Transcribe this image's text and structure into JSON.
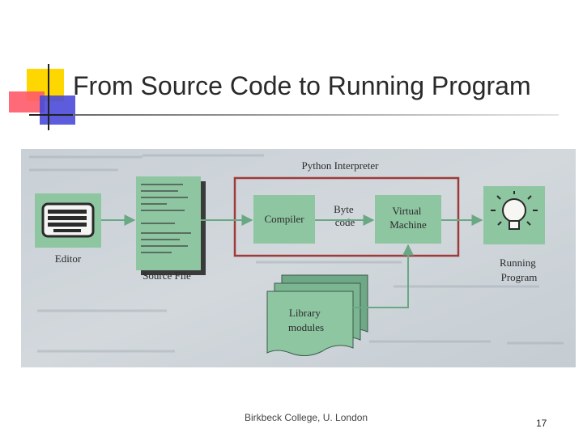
{
  "slide": {
    "title": "From Source Code to Running Program",
    "footer": "Birkbeck College, U. London",
    "page_number": "17"
  },
  "diagram": {
    "interpreter_label": "Python Interpreter",
    "compiler_label": "Compiler",
    "bytecode_label": [
      "Byte",
      "code"
    ],
    "vm_label": [
      "Virtual",
      "Machine"
    ],
    "editor_label": "Editor",
    "source_file_label": "Source File",
    "library_label": [
      "Library",
      "modules"
    ],
    "running_label": [
      "Running",
      "Program"
    ]
  },
  "colors": {
    "box_green": "#8ec6a2",
    "arrow_green": "#6aa884",
    "interpreter_border": "#a03a3a",
    "photo_background": "#cdd4d9"
  }
}
